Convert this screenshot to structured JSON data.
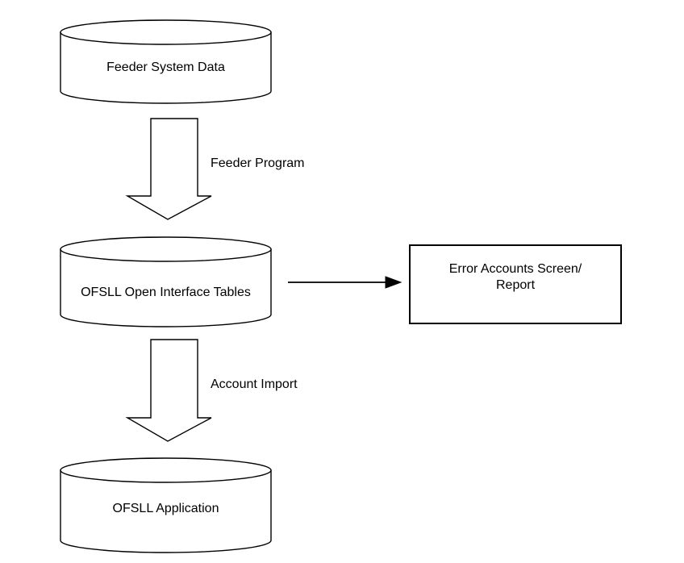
{
  "diagram": {
    "type": "flowchart",
    "background_color": "#ffffff",
    "stroke_color": "#000000",
    "fill_color": "#ffffff",
    "nodes": [
      {
        "id": "feeder-system-data",
        "shape": "cylinder",
        "label": "Feeder System Data"
      },
      {
        "id": "ofsll-open-interface-tables",
        "shape": "cylinder",
        "label": "OFSLL Open Interface Tables"
      },
      {
        "id": "ofsll-application",
        "shape": "cylinder",
        "label": "OFSLL Application"
      },
      {
        "id": "error-accounts-screen-report",
        "shape": "rectangle",
        "label_line_1": "Error Accounts Screen/",
        "label_line_2": "Report"
      }
    ],
    "edges": [
      {
        "id": "feeder-program",
        "from": "feeder-system-data",
        "to": "ofsll-open-interface-tables",
        "style": "block-arrow",
        "direction": "down",
        "label": "Feeder Program"
      },
      {
        "id": "error-report-link",
        "from": "ofsll-open-interface-tables",
        "to": "error-accounts-screen-report",
        "style": "line-arrow",
        "direction": "right",
        "label": ""
      },
      {
        "id": "account-import",
        "from": "ofsll-open-interface-tables",
        "to": "ofsll-application",
        "style": "block-arrow",
        "direction": "down",
        "label": "Account Import"
      }
    ]
  }
}
